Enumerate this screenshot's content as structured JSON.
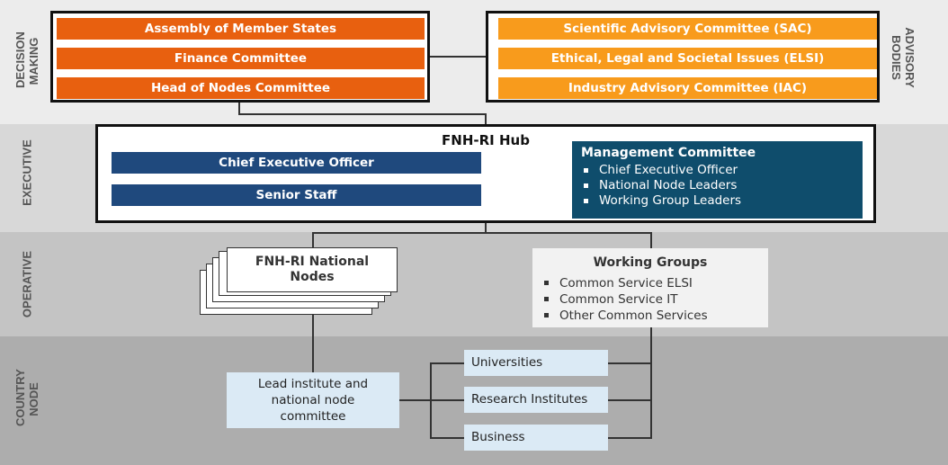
{
  "bands": {
    "decision_making": "DECISION MAKING",
    "advisory_bodies": "ADVISORY BODIES",
    "executive": "EXECUTIVE",
    "operative": "OPERATIVE",
    "country_node": "COUNTRY NODE"
  },
  "decision_making": {
    "items": [
      "Assembly of Member States",
      "Finance Committee",
      "Head of Nodes Committee"
    ]
  },
  "advisory": {
    "items": [
      "Scientific Advisory Committee (SAC)",
      "Ethical, Legal and Societal Issues (ELSI)",
      "Industry Advisory Committee (IAC)"
    ]
  },
  "hub": {
    "title": "FNH-RI Hub",
    "ceo": "Chief Executive Officer",
    "senior_staff": "Senior Staff",
    "management": {
      "title": "Management Committee",
      "items": [
        "Chief Executive Officer",
        "National Node Leaders",
        "Working Group Leaders"
      ]
    }
  },
  "operative": {
    "national_nodes": "FNH-RI National Nodes",
    "working_groups": {
      "title": "Working Groups",
      "items": [
        "Common Service ELSI",
        "Common Service IT",
        "Other Common Services"
      ]
    }
  },
  "country": {
    "lead": "Lead institute and national node committee",
    "partners": [
      "Universities",
      "Research Institutes",
      "Business"
    ]
  },
  "colors": {
    "orange_dark": "#e8600f",
    "orange_light": "#f89b1c",
    "navy": "#1f497d",
    "teal": "#0f4d6c",
    "light_blue": "#dbeaf5"
  }
}
